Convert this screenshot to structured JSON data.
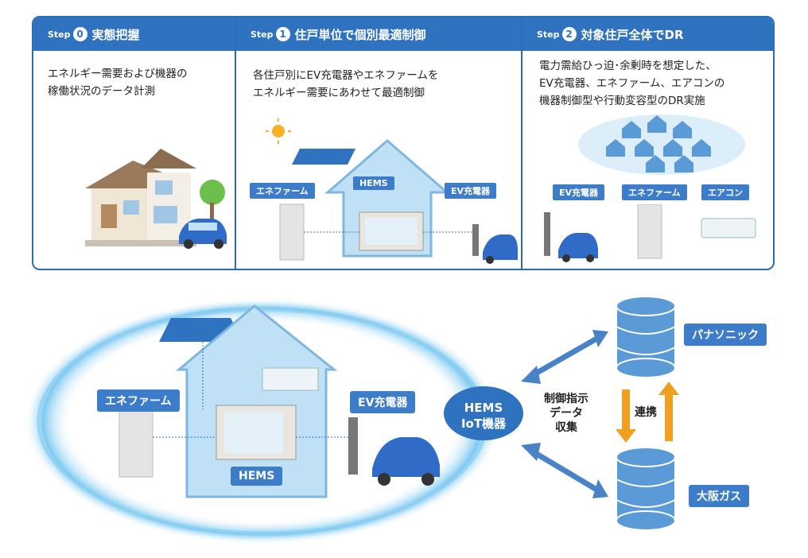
{
  "steps": [
    {
      "step_word": "Step",
      "number": "0",
      "title": "実態把握",
      "desc_lines": [
        "エネルギー需要および機器の",
        "稼働状況のデータ計測"
      ]
    },
    {
      "step_word": "Step",
      "number": "1",
      "title": "住戸単位で個別最適制御",
      "desc_lines": [
        "各住戸別にEV充電器やエネファームを",
        "エネルギー需要にあわせて最適制御"
      ],
      "labels": {
        "enefarm": "エネファーム",
        "hems": "HEMS",
        "ev": "EV充電器"
      }
    },
    {
      "step_word": "Step",
      "number": "2",
      "title": "対象住戸全体でDR",
      "desc_lines": [
        "電力需給ひっ迫･余剰時を想定した、",
        "EV充電器、エネファーム、エアコンの",
        "機器制御型や行動変容型のDR実施"
      ],
      "labels": {
        "ev": "EV充電器",
        "enefarm": "エネファーム",
        "aircon": "エアコン"
      }
    }
  ],
  "bottom": {
    "enefarm_label": "エネファーム",
    "ev_label": "EV充電器",
    "hems_label": "HEMS",
    "iot_line1": "HEMS",
    "iot_line2": "IoT機器",
    "control_lines": [
      "制御指示",
      "データ",
      "収集"
    ],
    "link_label": "連携",
    "db_top": "パナソニック",
    "db_bottom": "大阪ガス"
  },
  "colors": {
    "primary": "#2f72bf",
    "tag": "#3d7cc9",
    "house": "#bfe0f5",
    "arrow": "#4a82c8",
    "orange": "#f0a020"
  }
}
